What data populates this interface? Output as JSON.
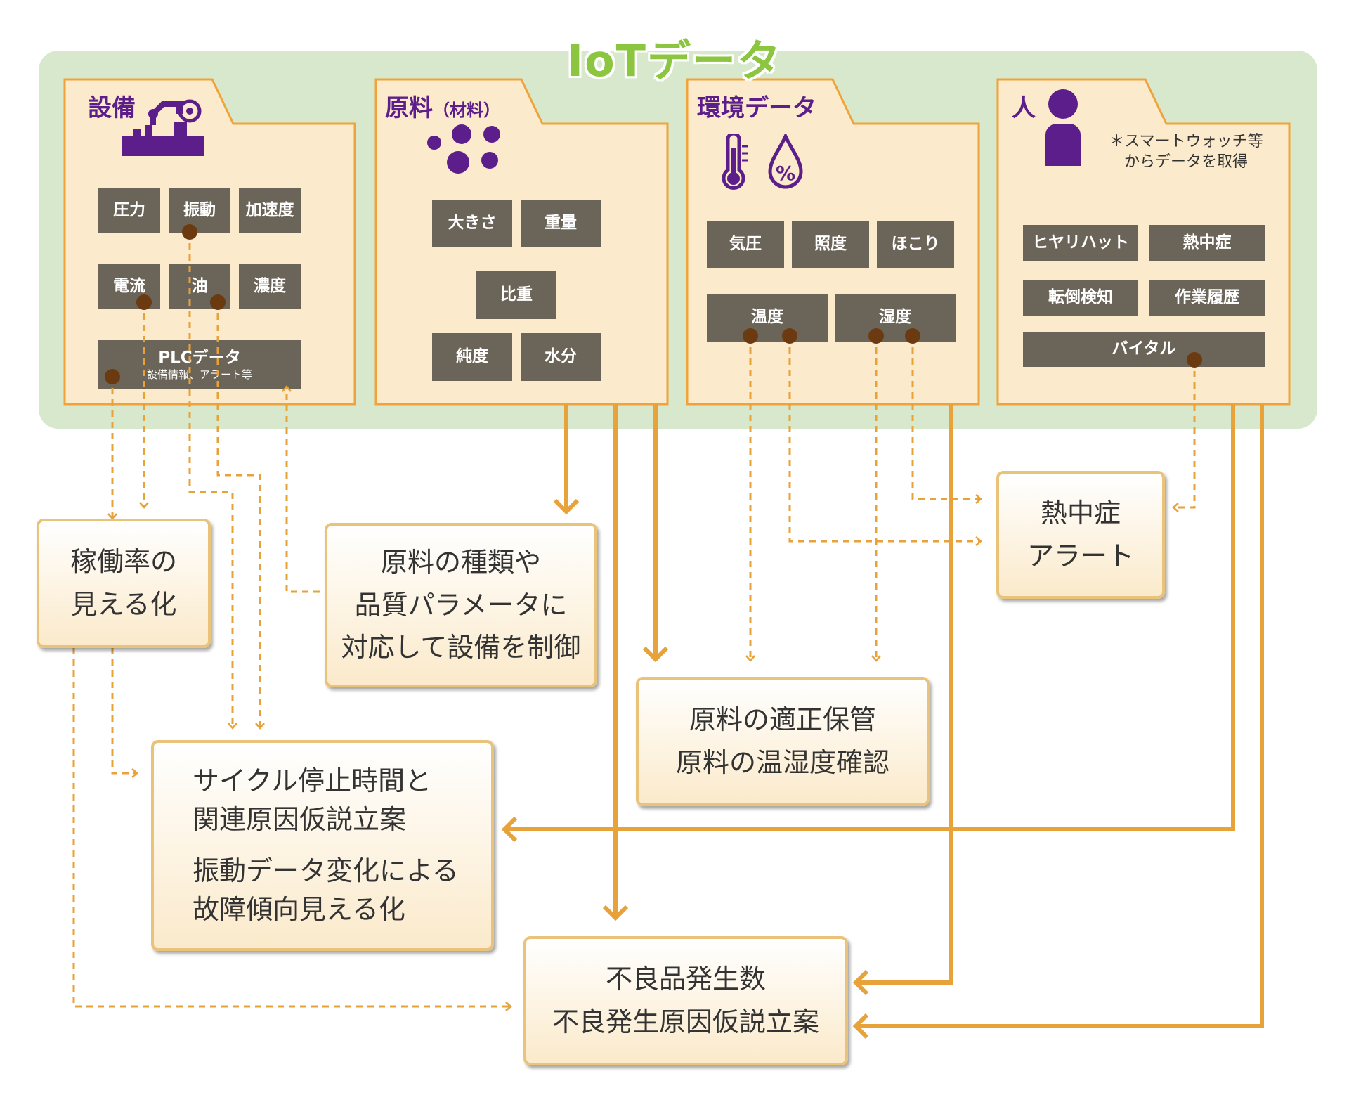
{
  "iot_title": "IoTデータ",
  "categories": {
    "equipment": {
      "title": "設備",
      "chips": [
        "圧力",
        "振動",
        "加速度",
        "電流",
        "油",
        "濃度"
      ],
      "plc_label": "PLCデータ",
      "plc_sub": "設備情報、アラート等"
    },
    "material": {
      "title": "原料",
      "title_sub": "（材料）",
      "chips": [
        "大きさ",
        "重量",
        "比重",
        "純度",
        "水分"
      ]
    },
    "environment": {
      "title": "環境データ",
      "chips": [
        "気圧",
        "照度",
        "ほこり",
        "温度",
        "湿度"
      ]
    },
    "person": {
      "title": "人",
      "note_line1": "＊スマートウォッチ等",
      "note_line2": "からデータを取得",
      "chips": [
        "ヒヤリハット",
        "熱中症",
        "転倒検知",
        "作業履歴",
        "バイタル"
      ]
    }
  },
  "outcomes": {
    "utilization": [
      "稼働率の",
      "見える化"
    ],
    "material_control": [
      "原料の種類や",
      "品質パラメータに",
      "対応して設備を制御"
    ],
    "heatstroke": [
      "熱中症",
      "アラート"
    ],
    "storage": [
      "原料の適正保管",
      "原料の温湿度確認"
    ],
    "cycle": [
      "サイクル停止時間と",
      "関連原因仮説立案",
      "振動データ変化による",
      "故障傾向見える化"
    ],
    "defect": [
      "不良品発生数",
      "不良発生原因仮説立案"
    ]
  },
  "colors": {
    "background_panel": "#d8e8cc",
    "iot_title": "#8cc53f",
    "category_title": "#5c1e8a",
    "folder_fill": "#fbeacb",
    "folder_border": "#f0a33a",
    "chip": "#6b6459",
    "arrow": "#e8a23a",
    "dot": "#6b3a10"
  },
  "icons": [
    "robot-arm-icon",
    "dots-icon",
    "thermometer-icon",
    "humidity-drop-icon",
    "person-icon"
  ]
}
